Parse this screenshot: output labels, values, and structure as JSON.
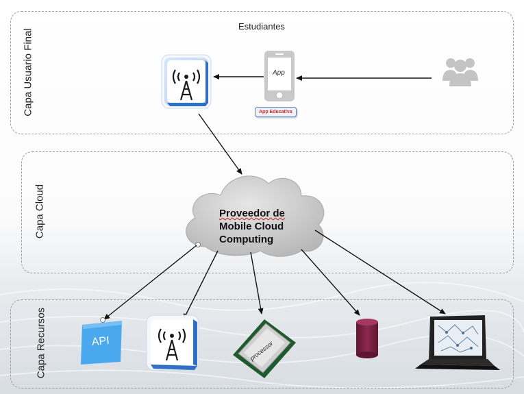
{
  "layers": {
    "user": {
      "label": "Capa Usuario Final"
    },
    "cloud": {
      "label": "Capa Cloud"
    },
    "resources": {
      "label": "Capa Recursos"
    }
  },
  "user_layer": {
    "title": "Estudiantes",
    "phone_label": "App",
    "app_badge": "App Educativa"
  },
  "cloud_layer": {
    "provider_line1": "Proveedor de",
    "provider_line2": "Mobile Cloud",
    "provider_line3": "Computing"
  },
  "resources_layer": {
    "api_label": "API",
    "processor_label": "processor"
  },
  "colors": {
    "tower_blue": "#2f6fc4",
    "database": "#7a2240",
    "api_blue": "#2d8fdf",
    "cloud_gray": "#c9c9c9"
  }
}
